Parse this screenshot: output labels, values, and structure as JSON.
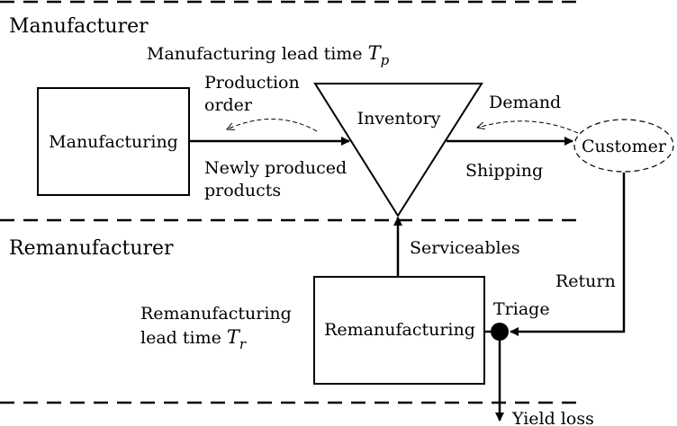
{
  "sections": {
    "manufacturer": "Manufacturer",
    "remanufacturer": "Remanufacturer"
  },
  "lead_times": {
    "manufacturing_prefix": "Manufacturing lead time",
    "manufacturing_symbol": "T",
    "manufacturing_subscript": "p",
    "remanufacturing_line1": "Remanufacturing",
    "remanufacturing_prefix": "lead time",
    "remanufacturing_symbol": "T",
    "remanufacturing_subscript": "r"
  },
  "nodes": {
    "manufacturing": "Manufacturing",
    "inventory": "Inventory",
    "customer": "Customer",
    "remanufacturing": "Remanufacturing",
    "triage": "Triage"
  },
  "flows": {
    "production_order_line1": "Production",
    "production_order_line2": "order",
    "newly_produced_line1": "Newly produced",
    "newly_produced_line2": "products",
    "demand": "Demand",
    "shipping": "Shipping",
    "return": "Return",
    "serviceables": "Serviceables",
    "yield_loss": "Yield loss"
  }
}
